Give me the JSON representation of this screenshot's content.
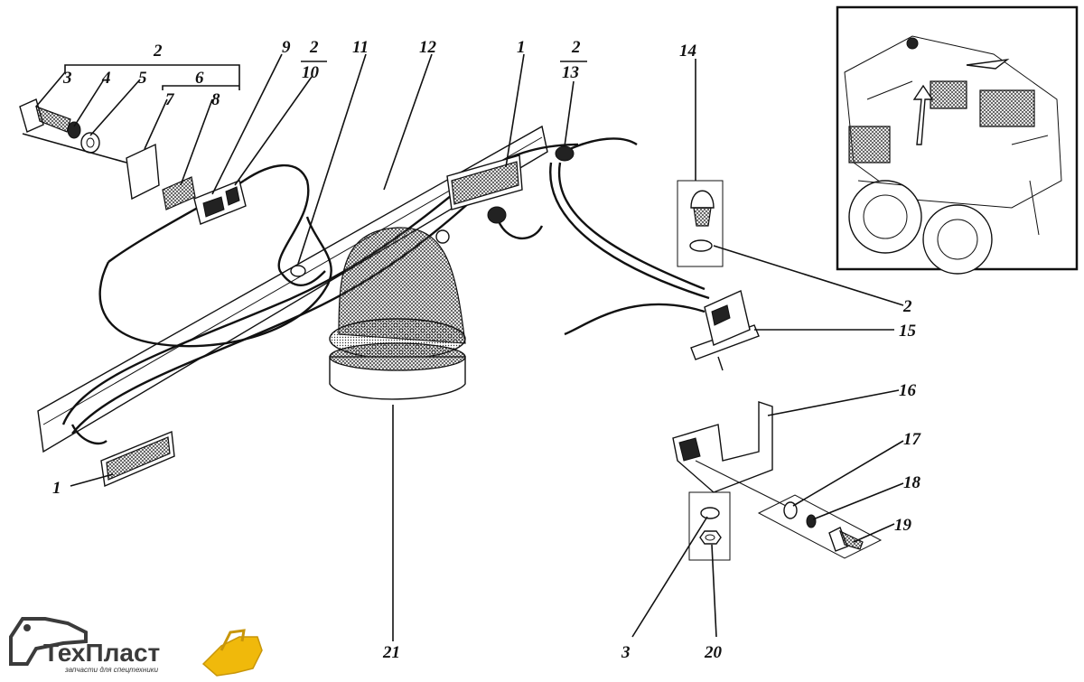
{
  "diagram": {
    "labels": [
      {
        "id": "l2a",
        "text": "2"
      },
      {
        "id": "l3",
        "text": "3"
      },
      {
        "id": "l4",
        "text": "4"
      },
      {
        "id": "l5",
        "text": "5"
      },
      {
        "id": "l6",
        "text": "6"
      },
      {
        "id": "l7",
        "text": "7"
      },
      {
        "id": "l8",
        "text": "8"
      },
      {
        "id": "l9",
        "text": "9"
      },
      {
        "id": "l2b",
        "text": "2"
      },
      {
        "id": "l10",
        "text": "10"
      },
      {
        "id": "l11",
        "text": "11"
      },
      {
        "id": "l12",
        "text": "12"
      },
      {
        "id": "l1a",
        "text": "1"
      },
      {
        "id": "l2c",
        "text": "2"
      },
      {
        "id": "l13",
        "text": "13"
      },
      {
        "id": "l14",
        "text": "14"
      },
      {
        "id": "l2d",
        "text": "2"
      },
      {
        "id": "l15",
        "text": "15"
      },
      {
        "id": "l16",
        "text": "16"
      },
      {
        "id": "l17",
        "text": "17"
      },
      {
        "id": "l18",
        "text": "18"
      },
      {
        "id": "l19",
        "text": "19"
      },
      {
        "id": "l1b",
        "text": "1"
      },
      {
        "id": "l21",
        "text": "21"
      },
      {
        "id": "l3b",
        "text": "3"
      },
      {
        "id": "l20",
        "text": "20"
      }
    ]
  },
  "logo": {
    "name": "ТехПласт",
    "tagline": "запчасти для спецтехники"
  },
  "colors": {
    "ink": "#111111",
    "logo_yellow": "#f0b90b",
    "logo_gray": "#3b3b3b"
  }
}
